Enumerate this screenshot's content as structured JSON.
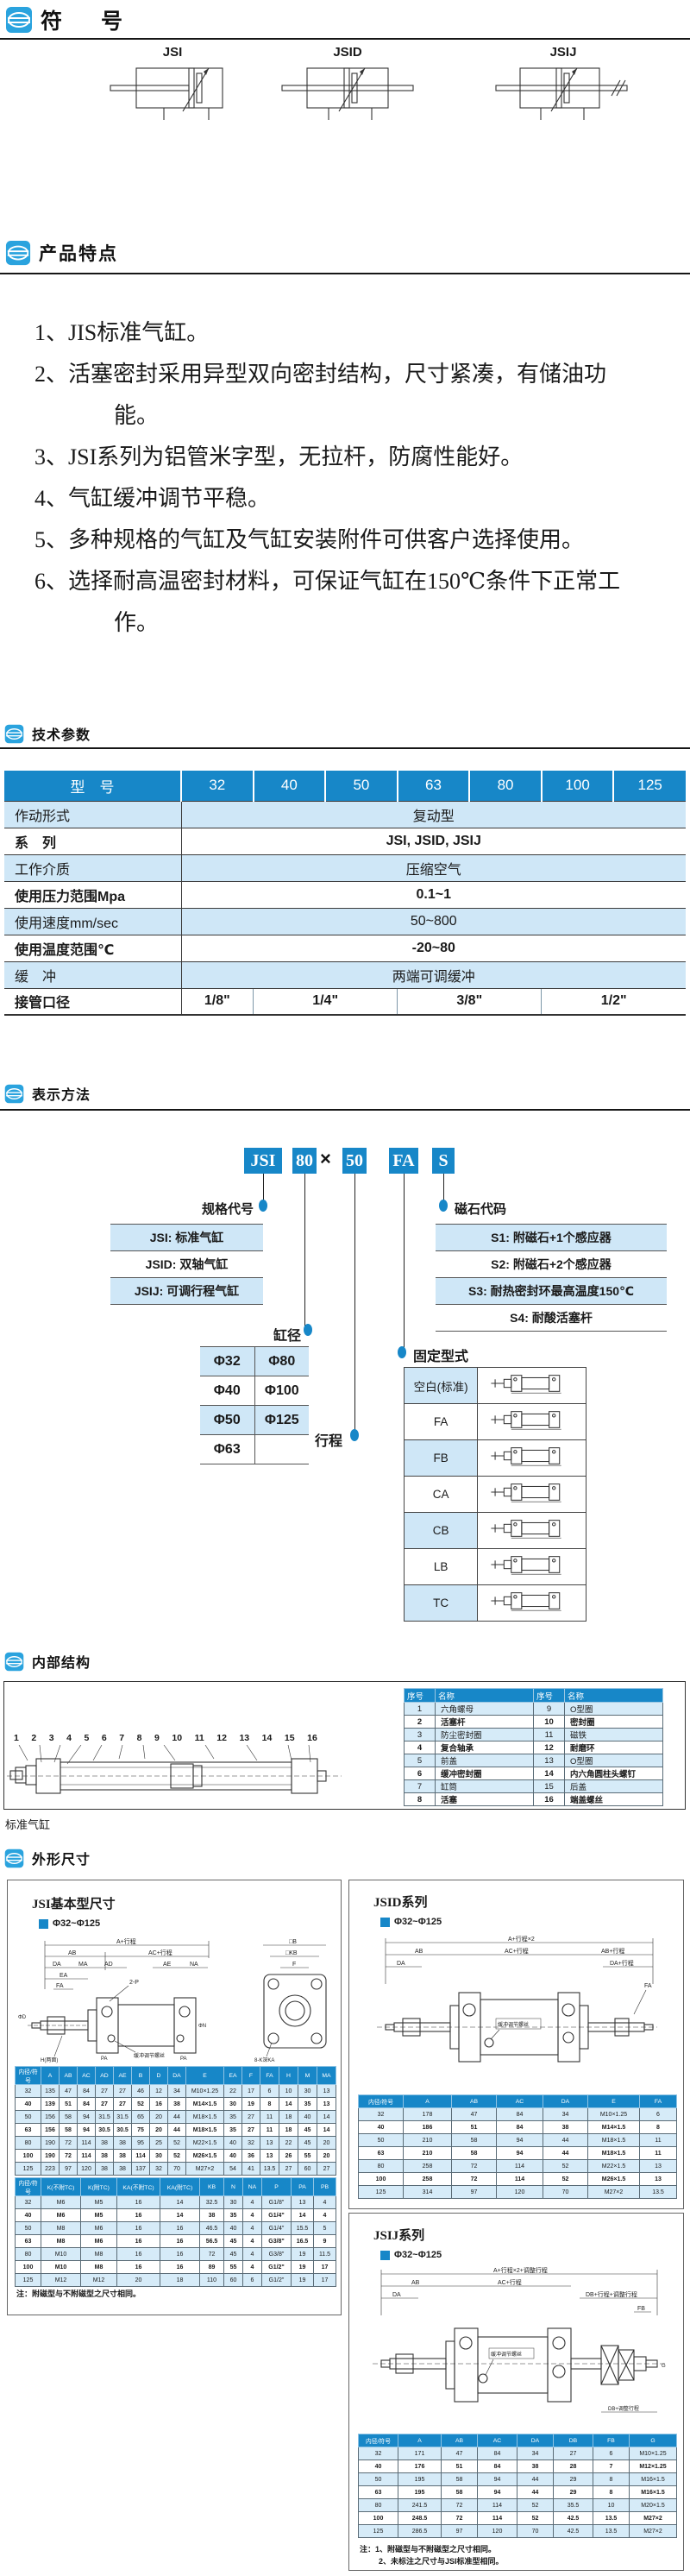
{
  "colors": {
    "accent": "#1787c8",
    "row_light_blue": "#cfe7f7",
    "icon_blue": "#2aa3de"
  },
  "sections": {
    "symbol": {
      "title": "符　号"
    },
    "features": {
      "title": "产品特点"
    },
    "tech": {
      "title": "技术参数"
    },
    "code": {
      "title": "表示方法"
    },
    "internal": {
      "title": "内部结构"
    },
    "dims": {
      "title": "外形尺寸"
    }
  },
  "symbols": {
    "items": [
      "JSI",
      "JSID",
      "JSIJ"
    ]
  },
  "features": {
    "items": [
      "1、JIS标准气缸。",
      "2、活塞密封采用异型双向密封结构，尺寸紧凑，有储油功能。",
      "3、JSI系列为铝管米字型，无拉杆，防腐性能好。",
      "4、气缸缓冲调节平稳。",
      "5、多种规格的气缸及气缸安装附件可供客户选择使用。",
      "6、选择耐高温密封材料，可保证气缸在150℃条件下正常工作。"
    ]
  },
  "tech_table": {
    "headers": [
      "型　号",
      "32",
      "40",
      "50",
      "63",
      "80",
      "100",
      "125"
    ],
    "rows": [
      [
        {
          "t": "作动形式"
        },
        {
          "t": "复动型",
          "c": 7
        }
      ],
      [
        {
          "t": "系　列"
        },
        {
          "t": "JSI, JSID, JSIJ",
          "c": 7
        }
      ],
      [
        {
          "t": "工作介质"
        },
        {
          "t": "压缩空气",
          "c": 7
        }
      ],
      [
        {
          "t": "使用压力范围Mpa"
        },
        {
          "t": "0.1~1",
          "c": 7
        }
      ],
      [
        {
          "t": "使用速度mm/sec"
        },
        {
          "t": "50~800",
          "c": 7
        }
      ],
      [
        {
          "t": "使用温度范围℃"
        },
        {
          "t": "-20~80",
          "c": 7
        }
      ],
      [
        {
          "t": "缓　冲"
        },
        {
          "t": "两端可调缓冲",
          "c": 7
        }
      ],
      [
        {
          "t": "接管口径"
        },
        {
          "t": "1/8\"",
          "c": 1
        },
        {
          "t": "1/4\"",
          "c": 2
        },
        {
          "t": "3/8\"",
          "c": 2
        },
        {
          "t": "1/2\"",
          "c": 2
        }
      ]
    ]
  },
  "ordering": {
    "code_boxes": [
      "JSI",
      "80",
      "50",
      "FA",
      "S"
    ],
    "multiply": "×",
    "spec": {
      "title": "规格代号",
      "items": [
        "JSI: 标准气缸",
        "JSID: 双轴气缸",
        "JSIJ: 可调行程气缸"
      ]
    },
    "magnet": {
      "title": "磁石代码",
      "items": [
        "S1: 附磁石+1个感应器",
        "S2: 附磁石+2个感应器",
        "S3: 耐热密封环最高温度150℃",
        "S4: 耐酸活塞杆"
      ]
    },
    "bore": {
      "title": "缸径",
      "rows": [
        [
          "Φ32",
          "Φ80"
        ],
        [
          "Φ40",
          "Φ100"
        ],
        [
          "Φ50",
          "Φ125"
        ],
        [
          "Φ63",
          ""
        ]
      ]
    },
    "stroke": {
      "title": "行程"
    },
    "mounting": {
      "title": "固定型式",
      "items": [
        "空白(标准)",
        "FA",
        "FB",
        "CA",
        "CB",
        "LB",
        "TC"
      ]
    }
  },
  "internal": {
    "numbers": [
      "1",
      "2",
      "3",
      "4",
      "5",
      "6",
      "7",
      "8",
      "9",
      "10",
      "11",
      "12",
      "13",
      "14",
      "15",
      "16"
    ],
    "parts_table": {
      "headers": [
        "序号",
        "名称",
        "序号",
        "名称"
      ],
      "rows": [
        [
          "1",
          "六角螺母",
          "9",
          "O型圈"
        ],
        [
          "2",
          "活塞杆",
          "10",
          "密封圈"
        ],
        [
          "3",
          "防尘密封圈",
          "11",
          "磁铁"
        ],
        [
          "4",
          "复合轴承",
          "12",
          "耐磨环"
        ],
        [
          "5",
          "前盖",
          "13",
          "O型圈"
        ],
        [
          "6",
          "缓冲密封圈",
          "14",
          "内六角圆柱头螺钉"
        ],
        [
          "7",
          "缸筒",
          "15",
          "后盖"
        ],
        [
          "8",
          "活塞",
          "16",
          "端盖螺丝"
        ]
      ]
    },
    "caption": "标准气缸"
  },
  "jsi": {
    "title": "JSI基本型尺寸",
    "range": "Φ32~Φ125",
    "table1": {
      "headers": [
        "内径/符号",
        "A",
        "AB",
        "AC",
        "AD",
        "AE",
        "B",
        "D",
        "DA",
        "E",
        "EA",
        "F",
        "FA",
        "H",
        "M",
        "MA"
      ],
      "rows": [
        [
          "32",
          "135",
          "47",
          "84",
          "27",
          "27",
          "46",
          "12",
          "34",
          "M10×1.25",
          "22",
          "17",
          "6",
          "10",
          "30",
          "13"
        ],
        [
          "40",
          "139",
          "51",
          "84",
          "27",
          "27",
          "52",
          "16",
          "38",
          "M14×1.5",
          "30",
          "19",
          "8",
          "14",
          "35",
          "13"
        ],
        [
          "50",
          "156",
          "58",
          "94",
          "31.5",
          "31.5",
          "65",
          "20",
          "44",
          "M18×1.5",
          "35",
          "27",
          "11",
          "18",
          "40",
          "14"
        ],
        [
          "63",
          "156",
          "58",
          "94",
          "30.5",
          "30.5",
          "75",
          "20",
          "44",
          "M18×1.5",
          "35",
          "27",
          "11",
          "18",
          "45",
          "14"
        ],
        [
          "80",
          "190",
          "72",
          "114",
          "38",
          "38",
          "95",
          "25",
          "52",
          "M22×1.5",
          "40",
          "32",
          "13",
          "22",
          "45",
          "20"
        ],
        [
          "100",
          "190",
          "72",
          "114",
          "38",
          "38",
          "114",
          "30",
          "52",
          "M26×1.5",
          "40",
          "36",
          "13",
          "26",
          "55",
          "20"
        ],
        [
          "125",
          "223",
          "97",
          "120",
          "38",
          "38",
          "137",
          "32",
          "70",
          "M27×2",
          "54",
          "41",
          "13.5",
          "27",
          "60",
          "27"
        ]
      ]
    },
    "table2": {
      "headers": [
        "内径/符号",
        "K(不附TC)",
        "K(附TC)",
        "KA(不附TC)",
        "KA(附TC)",
        "KB",
        "N",
        "NA",
        "P",
        "PA",
        "PB"
      ],
      "rows": [
        [
          "32",
          "M6",
          "M5",
          "16",
          "14",
          "32.5",
          "30",
          "4",
          "G1/8\"",
          "13",
          "4"
        ],
        [
          "40",
          "M6",
          "M5",
          "16",
          "14",
          "38",
          "35",
          "4",
          "G1/4\"",
          "14",
          "4"
        ],
        [
          "50",
          "M8",
          "M6",
          "16",
          "16",
          "46.5",
          "40",
          "4",
          "G1/4\"",
          "15.5",
          "5"
        ],
        [
          "63",
          "M8",
          "M6",
          "16",
          "16",
          "56.5",
          "45",
          "4",
          "G3/8\"",
          "16.5",
          "9"
        ],
        [
          "80",
          "M10",
          "M8",
          "16",
          "16",
          "72",
          "45",
          "4",
          "G3/8\"",
          "19",
          "11.5"
        ],
        [
          "100",
          "M10",
          "M8",
          "16",
          "16",
          "89",
          "55",
          "4",
          "G1/2\"",
          "19",
          "17"
        ],
        [
          "125",
          "M12",
          "M12",
          "20",
          "18",
          "110",
          "60",
          "6",
          "G1/2\"",
          "19",
          "17"
        ]
      ]
    },
    "note": "注：附磁型与不附磁型之尺寸相同。"
  },
  "jsid": {
    "title": "JSID系列",
    "range": "Φ32~Φ125",
    "table": {
      "headers": [
        "内径/符号",
        "A",
        "AB",
        "AC",
        "DA",
        "E",
        "FA"
      ],
      "rows": [
        [
          "32",
          "178",
          "47",
          "84",
          "34",
          "M10×1.25",
          "6"
        ],
        [
          "40",
          "186",
          "51",
          "84",
          "38",
          "M14×1.5",
          "8"
        ],
        [
          "50",
          "210",
          "58",
          "94",
          "44",
          "M18×1.5",
          "11"
        ],
        [
          "63",
          "210",
          "58",
          "94",
          "44",
          "M18×1.5",
          "11"
        ],
        [
          "80",
          "258",
          "72",
          "114",
          "52",
          "M22×1.5",
          "13"
        ],
        [
          "100",
          "258",
          "72",
          "114",
          "52",
          "M26×1.5",
          "13"
        ],
        [
          "125",
          "314",
          "97",
          "120",
          "70",
          "M27×2",
          "13.5"
        ]
      ]
    }
  },
  "jsij": {
    "title": "JSIJ系列",
    "range": "Φ32~Φ125",
    "table": {
      "headers": [
        "内径/符号",
        "A",
        "AB",
        "AC",
        "DA",
        "DB",
        "FB",
        "G"
      ],
      "rows": [
        [
          "32",
          "171",
          "47",
          "84",
          "34",
          "27",
          "6",
          "M10×1.25"
        ],
        [
          "40",
          "176",
          "51",
          "84",
          "38",
          "28",
          "7",
          "M12×1.25"
        ],
        [
          "50",
          "195",
          "58",
          "94",
          "44",
          "29",
          "8",
          "M16×1.5"
        ],
        [
          "63",
          "195",
          "58",
          "94",
          "44",
          "29",
          "8",
          "M16×1.5"
        ],
        [
          "80",
          "241.5",
          "72",
          "114",
          "52",
          "35.5",
          "10",
          "M20×1.5"
        ],
        [
          "100",
          "248.5",
          "72",
          "114",
          "52",
          "42.5",
          "13.5",
          "M27×2"
        ],
        [
          "125",
          "286.5",
          "97",
          "120",
          "70",
          "42.5",
          "13.5",
          "M27×2"
        ]
      ]
    },
    "notes": [
      "注：1、附磁型与不附磁型之尺寸相同。",
      "2、未标注之尺寸与JSI标准型相同。"
    ]
  },
  "drawings": {
    "jsi": {
      "a": "A+行程",
      "ab": "AB",
      "ac": "AC+行程",
      "da": "DA",
      "ma": "MA",
      "ad": "AD",
      "ae": "AE",
      "na": "NA",
      "ea": "EA",
      "fa": "FA",
      "p2": "2-P",
      "h": "H(两面)",
      "pa1": "PA",
      "cush": "缓冲调节螺丝",
      "pa2": "PA",
      "phid": "ΦD",
      "phin": "ΦN",
      "b": "□B",
      "kb": "□KB",
      "f": "F",
      "k8": "8-K深KA"
    },
    "jsid": {
      "a": "A+行程×2",
      "ab": "AB",
      "ac": "AC+行程",
      "abs": "AB+行程",
      "da": "DA",
      "das": "DA+行程",
      "fa": "FA",
      "cush": "缓冲调节螺丝"
    },
    "jsij": {
      "a": "A+行程×2+调整行程",
      "ab": "AB",
      "ac": "AC+行程",
      "da": "DA",
      "db": "DB+行程+调整行程",
      "fb": "FB",
      "g": "G",
      "cush": "缓冲调节螺丝",
      "dbadj": "DB+调整行程"
    }
  }
}
